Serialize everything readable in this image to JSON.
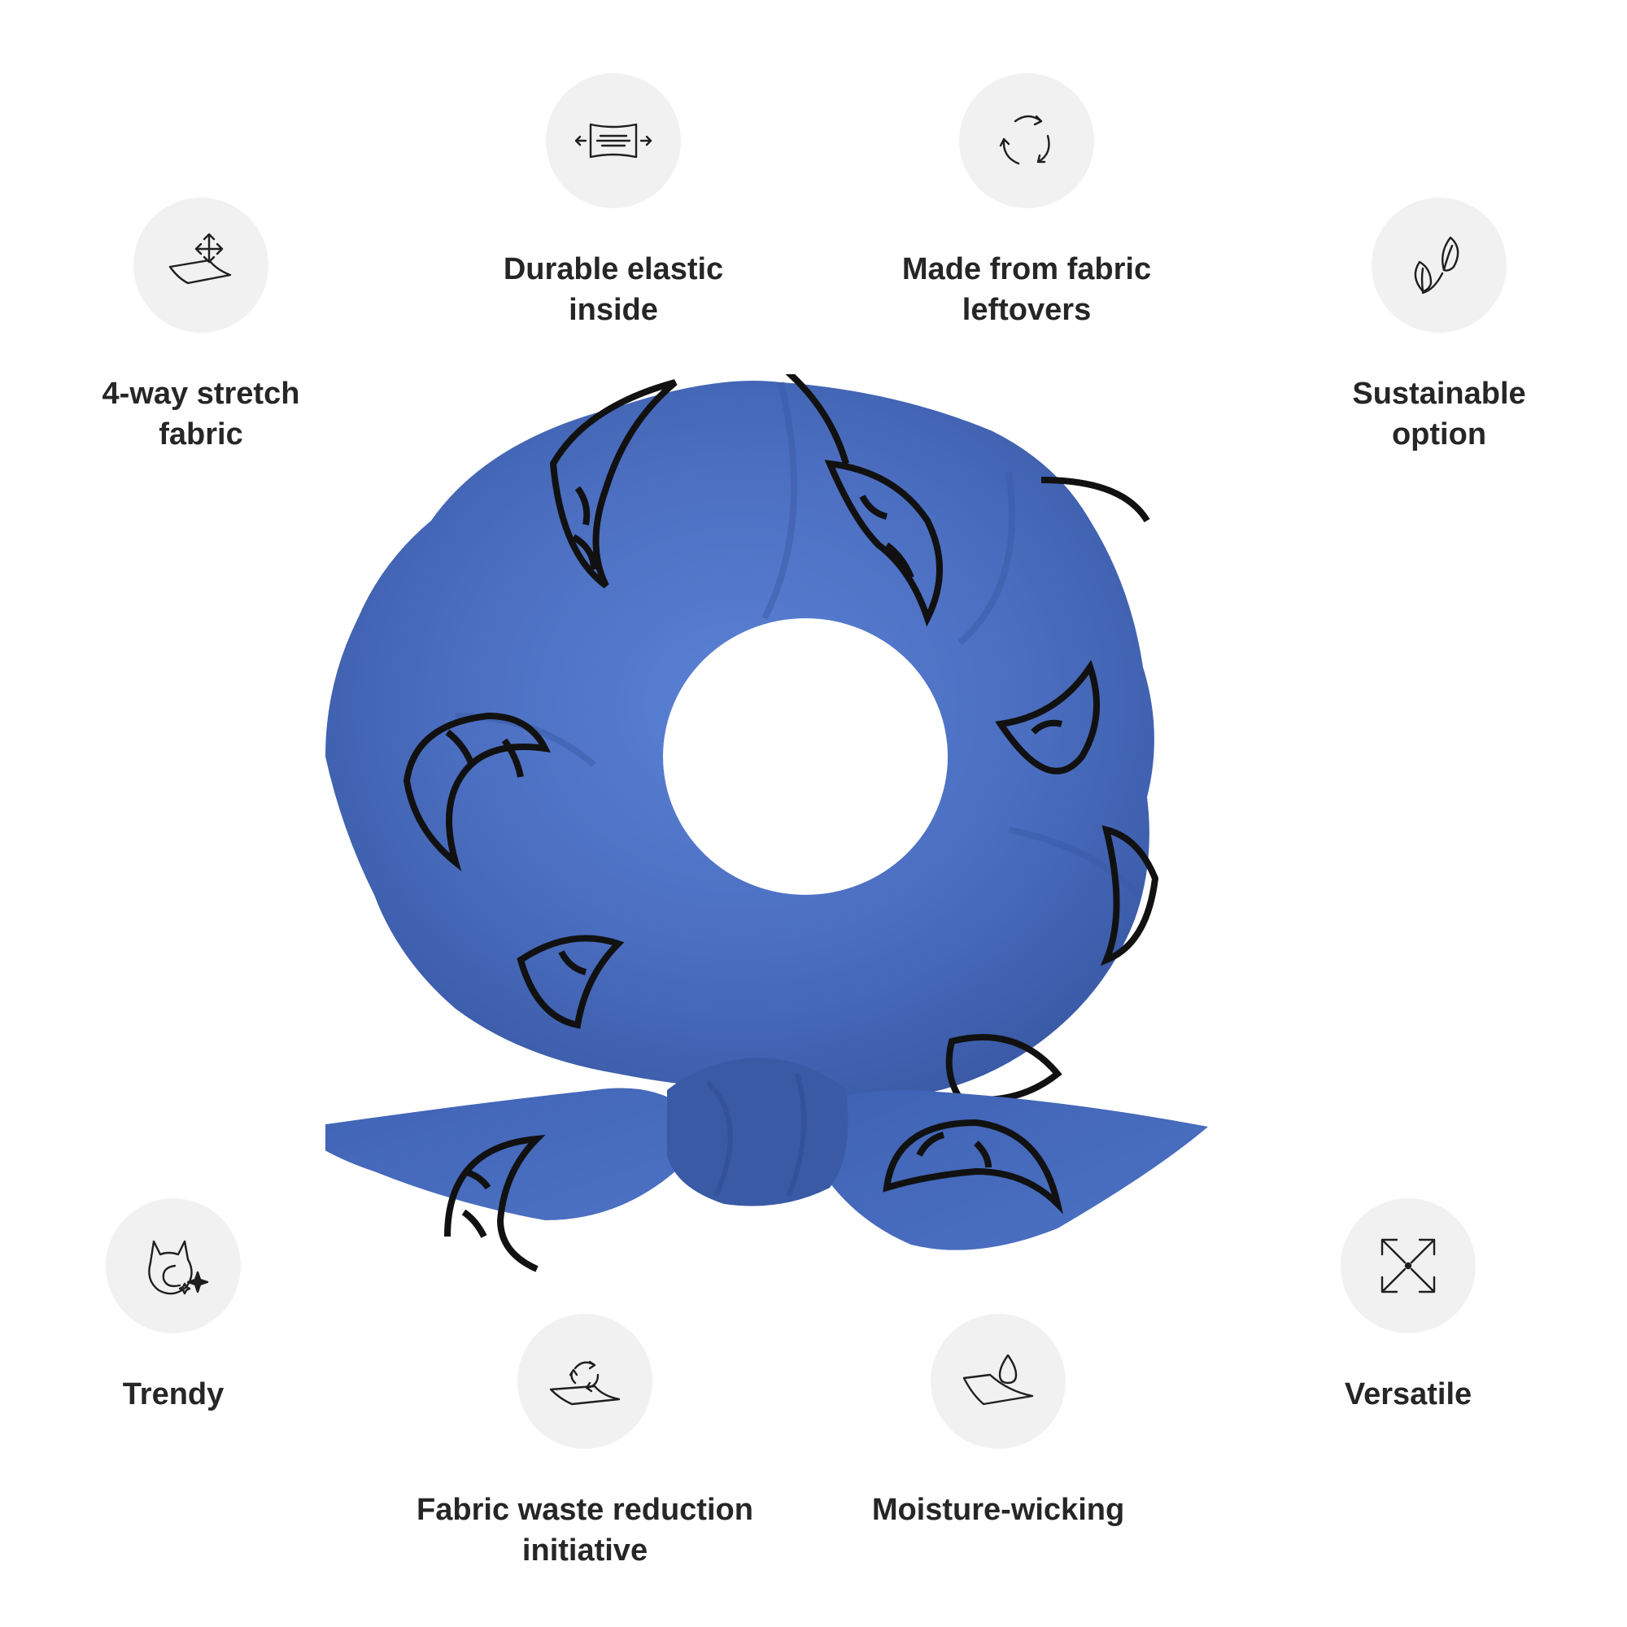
{
  "features": [
    {
      "id": "four-way-stretch",
      "icon": "stretch-fabric-icon",
      "lines": [
        "4-way stretch",
        "fabric"
      ]
    },
    {
      "id": "durable-elastic",
      "icon": "elastic-band-icon",
      "lines": [
        "Durable elastic",
        "inside"
      ]
    },
    {
      "id": "fabric-leftovers",
      "icon": "recycle-icon",
      "lines": [
        "Made from fabric",
        "leftovers"
      ]
    },
    {
      "id": "sustainable",
      "icon": "leaves-icon",
      "lines": [
        "Sustainable",
        "option"
      ]
    },
    {
      "id": "trendy",
      "icon": "cat-moon-icon",
      "lines": [
        "Trendy"
      ]
    },
    {
      "id": "waste-reduction",
      "icon": "recycle-fabric-icon",
      "lines": [
        "Fabric waste reduction",
        "initiative"
      ]
    },
    {
      "id": "moisture-wicking",
      "icon": "water-drop-icon",
      "lines": [
        "Moisture-wicking"
      ]
    },
    {
      "id": "versatile",
      "icon": "expand-arrows-icon",
      "lines": [
        "Versatile"
      ]
    }
  ],
  "colors": {
    "scrunchie": "#4a6dbf",
    "scrunchie_dark": "#3a5aa6",
    "pattern_outline": "#111111",
    "icon_bg": "#f1f1f1"
  }
}
